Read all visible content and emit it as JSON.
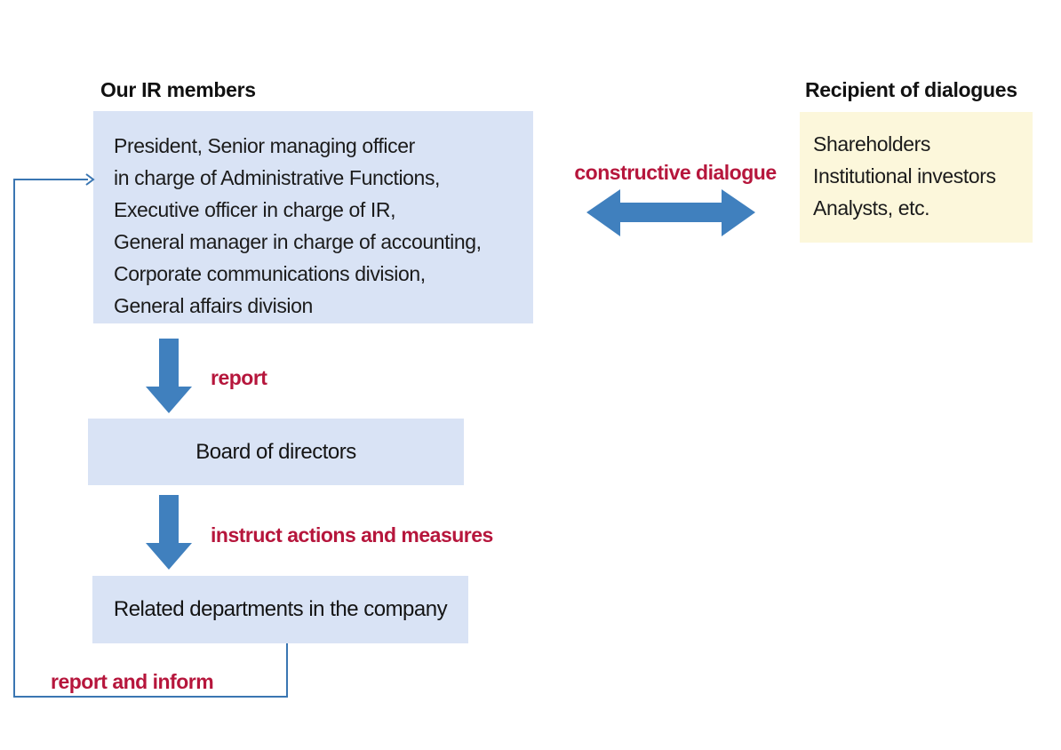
{
  "headings": {
    "our_ir_members": "Our IR members",
    "recipient_of_dialogues": "Recipient of dialogues"
  },
  "ir_members_box": {
    "lines": [
      "President, Senior managing officer",
      "in charge of Administrative Functions,",
      "Executive officer in charge of IR,",
      "General manager in charge of accounting,",
      "Corporate communications division,",
      "General affairs division"
    ]
  },
  "recipients_box": {
    "lines": [
      "Shareholders",
      "Institutional investors",
      "Analysts, etc."
    ]
  },
  "flow_labels": {
    "constructive_dialogue": "constructive dialogue",
    "report": "report",
    "instruct_actions": "instruct actions and measures",
    "report_and_inform": "report and inform"
  },
  "nodes": {
    "board_of_directors": "Board of directors",
    "related_departments": "Related departments in the company"
  },
  "colors": {
    "box_blue": "#d9e3f5",
    "box_yellow": "#fcf7db",
    "arrow_blue": "#4080be",
    "line_blue": "#3a76b2",
    "label_red": "#b6163c",
    "text_black": "#1b1b1b"
  }
}
